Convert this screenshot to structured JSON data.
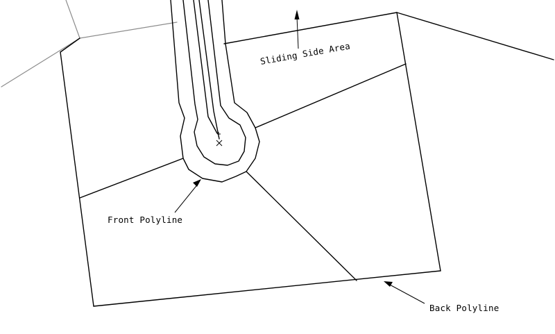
{
  "labels": {
    "sliding_side_area": "Sliding Side Area",
    "front_polyline": "Front Polyline",
    "back_polyline": "Back Polyline"
  },
  "colors": {
    "background": "#ffffff",
    "linework": "#000000",
    "adjacent_linework": "#8c8c8c"
  }
}
